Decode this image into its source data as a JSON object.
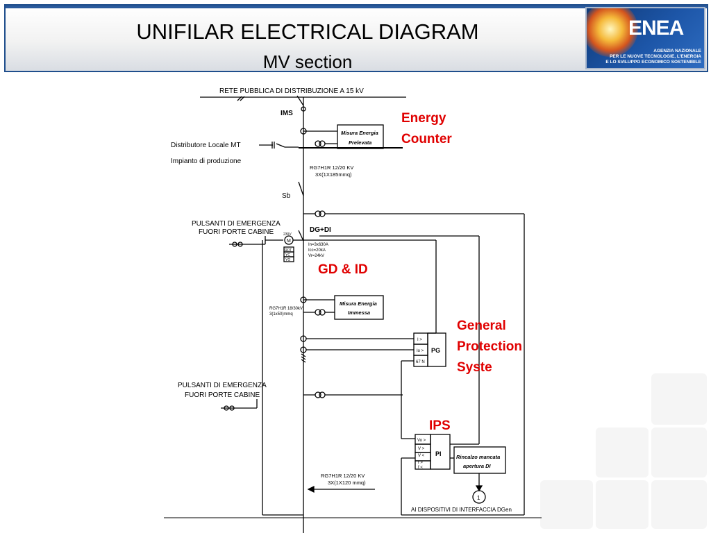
{
  "header": {
    "title": "UNIFILAR ELECTRICAL DIAGRAM",
    "subtitle": "MV section",
    "logo": {
      "name": "ENEA",
      "lines": [
        "AGENZIA NAZIONALE",
        "PER LE NUOVE TECNOLOGIE, L'ENERGIA",
        "E LO SVILUPPO ECONOMICO SOSTENIBILE"
      ]
    }
  },
  "annotations": {
    "energy_counter": [
      "Energy",
      "Counter"
    ],
    "gd_id": "GD & ID",
    "general_protection": [
      "General",
      "Protection",
      "Syste"
    ],
    "ips": "IPS"
  },
  "diagram": {
    "network": "RETE  PUBBLICA  DI  DISTRIBUZIONE  A  15  kV",
    "ims": "IMS",
    "distributore": "Distributore  Locale  MT",
    "impianto": "Impianto  di  produzione",
    "meter_withdrawn": [
      "Misura  Energia",
      "Prelevata"
    ],
    "cable1": [
      "RG7H1R  12/20  KV",
      "3X(1X185mmq)"
    ],
    "sb": "Sb",
    "pulsanti1": [
      "PULSANTI  DI  EMERGENZA",
      "FUORI  PORTE  CABINE"
    ],
    "dg_di": "DG+DI",
    "breaker_ratings": [
      "In=3x630A",
      "Icc=20kA",
      "Vr=24kV"
    ],
    "motor": [
      "230V",
      "M",
      "RDT",
      "YC",
      "YO"
    ],
    "cable2": [
      "RG7H1R  18/30kV",
      "3(1x50)mmq"
    ],
    "meter_fed": [
      "Misura  Energia",
      "Immessa"
    ],
    "pg": {
      "label": "PG",
      "rows": [
        "I >",
        "Io >",
        "67 N"
      ]
    },
    "pulsanti2": [
      "PULSANTI  DI  EMERGENZA",
      "FUORI  PORTE  CABINE"
    ],
    "pi": {
      "label": "PI",
      "rows": [
        "Vo >",
        "V >",
        "V <",
        "f >",
        "f <"
      ]
    },
    "rincalzo": [
      "Rincalzo  mancata",
      "apertura  DI"
    ],
    "cable3": [
      "RG7H1R  12/20  KV",
      "3X(1X120  mmq)"
    ],
    "interface": "AI  DISPOSITIVI  DI  INTERFACCIA  DGen",
    "circle_num": "1"
  }
}
